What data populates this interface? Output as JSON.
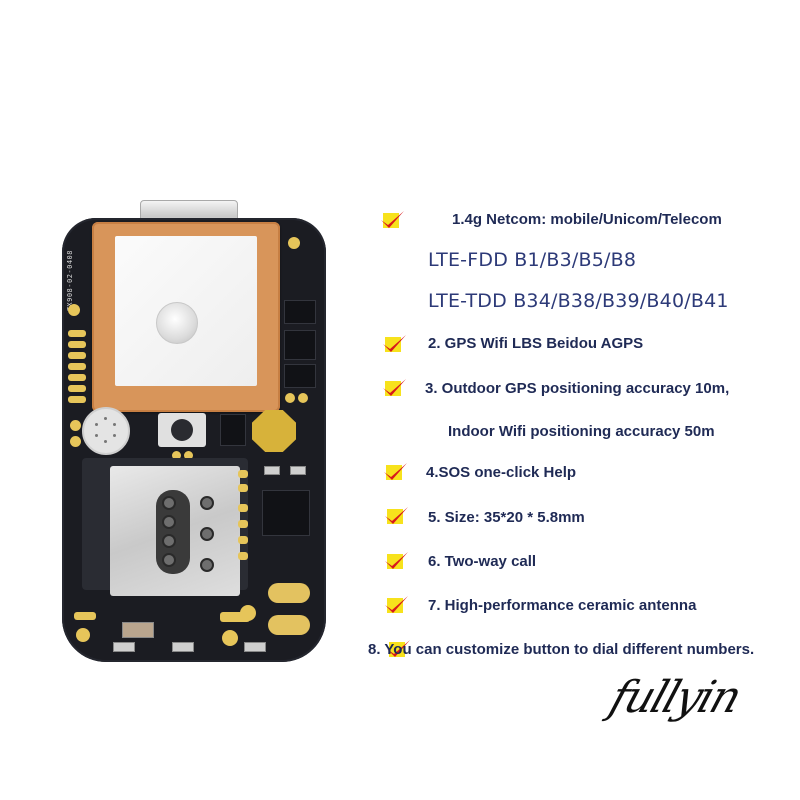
{
  "product_image": {
    "subject": "GPS tracker PCB module",
    "silkscreen_text": "ZX908-02-0408",
    "colors": {
      "pcb": "#1b1c22",
      "antenna_ceramic": "#d8955a",
      "gold_pads": "#e6c55a"
    }
  },
  "features": {
    "check_icon": {
      "name": "red-check-on-yellow-icon",
      "check_color": "#d8191c",
      "box_color": "#f7e21c"
    },
    "items": [
      {
        "label": "1.4g Netcom: mobile/Unicom/Telecom"
      },
      {
        "label": "2. GPS Wifi LBS Beidou AGPS"
      },
      {
        "label": "3. Outdoor GPS positioning accuracy 10m,"
      },
      {
        "label": "4.SOS one-click Help"
      },
      {
        "label": "5. Size: 35*20 * 5.8mm"
      },
      {
        "label": "6. Two-way call"
      },
      {
        "label": "7. High-performance ceramic antenna"
      },
      {
        "label": "8. You can customize button to dial different numbers."
      }
    ],
    "lte_fdd": "LTE-FDD B1/B3/B5/B8",
    "lte_tdd": "LTE-TDD B34/B38/B39/B40/B41",
    "indoor_line": "Indoor Wifi positioning accuracy 50m",
    "text_color": "#1f2a55"
  },
  "signature": {
    "text": "fullyin"
  }
}
